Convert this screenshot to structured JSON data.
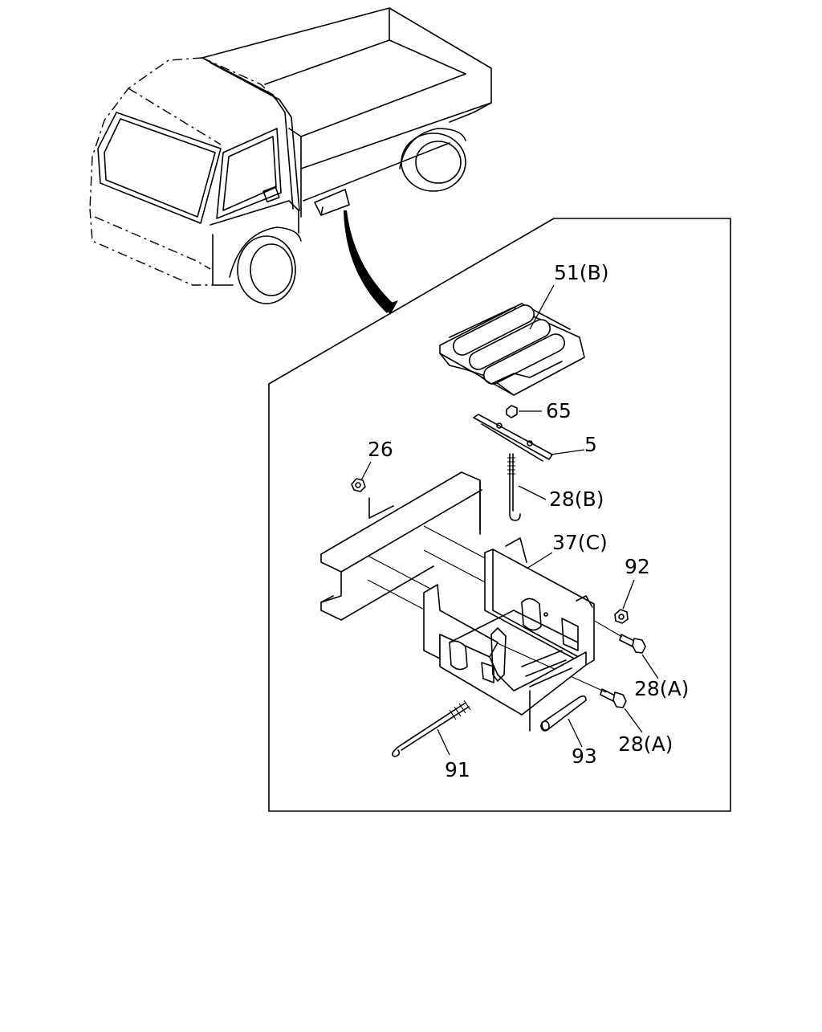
{
  "labels": {
    "l51b": "51(B)",
    "l65": "65",
    "l5": "5",
    "l26": "26",
    "l28b": "28(B)",
    "l37c": "37(C)",
    "l92": "92",
    "l28a_1": "28(A)",
    "l28a_2": "28(A)",
    "l91": "91",
    "l93": "93"
  },
  "colors": {
    "line": "#000000",
    "background": "#ffffff"
  }
}
